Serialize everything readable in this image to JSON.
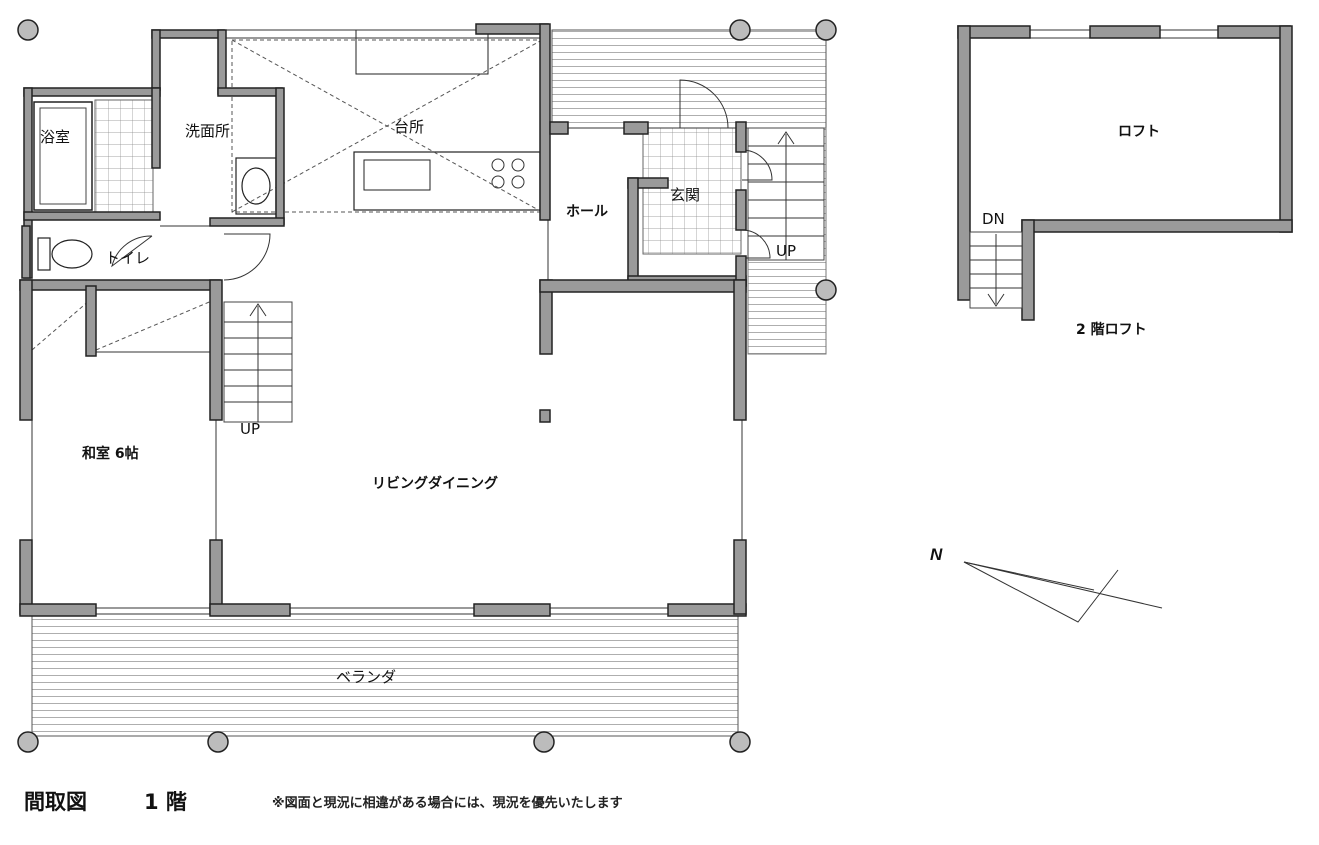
{
  "rooms": {
    "bath": "浴室",
    "washroom": "洗面所",
    "kitchen": "台所",
    "hall": "ホール",
    "entrance": "玄関",
    "toilet": "トイレ",
    "washitsu": "和室 6帖",
    "living": "リビングダイニング",
    "veranda": "ベランダ",
    "loft": "ロフト",
    "loft_floor_label": "2 階ロフト"
  },
  "stairs": {
    "up_main": "UP",
    "up_entrance": "UP",
    "down_loft": "DN"
  },
  "compass": {
    "north_label": "N"
  },
  "footer": {
    "title": "間取図",
    "floor": "1 階",
    "note": "※図面と現況に相違がある場合には、現況を優先いたします"
  }
}
